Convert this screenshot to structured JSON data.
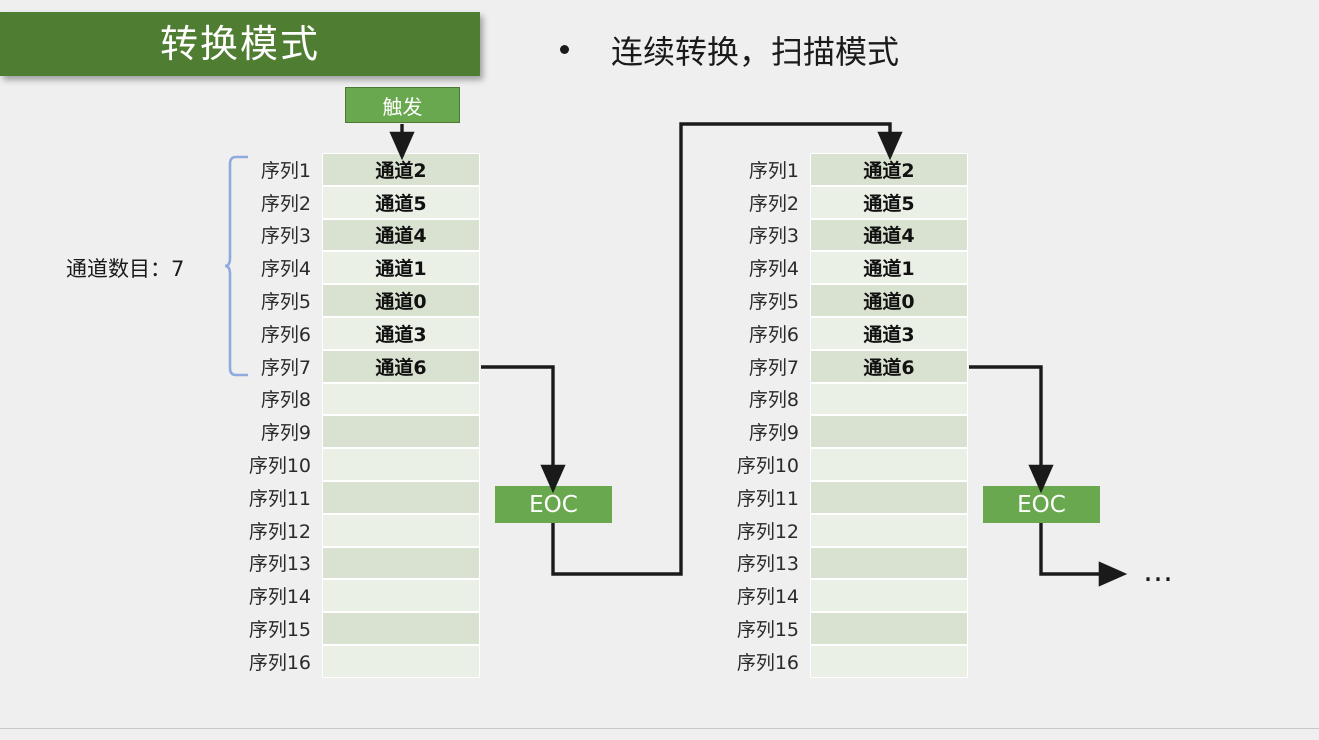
{
  "slide": {
    "title": "转换模式",
    "bullet": "连续转换，扫描模式",
    "background_color": "#EFEFEF",
    "title_bar_color": "#4F7D32",
    "accent_green": "#6AA84F",
    "row_shade_dark": "#D9E2D0",
    "row_shade_light": "#EBF0E7",
    "brace_color": "#8FAADC"
  },
  "trigger": {
    "label": "触发"
  },
  "channel_count": {
    "label": "通道数目：7",
    "value": 7
  },
  "sequence_labels": [
    "序列1",
    "序列2",
    "序列3",
    "序列4",
    "序列5",
    "序列6",
    "序列7",
    "序列8",
    "序列9",
    "序列10",
    "序列11",
    "序列12",
    "序列13",
    "序列14",
    "序列15",
    "序列16"
  ],
  "cycles": [
    {
      "name": "cycle-1",
      "channels": [
        "通道2",
        "通道5",
        "通道4",
        "通道1",
        "通道0",
        "通道3",
        "通道6",
        "",
        "",
        "",
        "",
        "",
        "",
        "",
        "",
        ""
      ],
      "eoc_label": "EOC"
    },
    {
      "name": "cycle-2",
      "channels": [
        "通道2",
        "通道5",
        "通道4",
        "通道1",
        "通道0",
        "通道3",
        "通道6",
        "",
        "",
        "",
        "",
        "",
        "",
        "",
        "",
        ""
      ],
      "eoc_label": "EOC"
    }
  ],
  "continuation": {
    "label": "…"
  }
}
